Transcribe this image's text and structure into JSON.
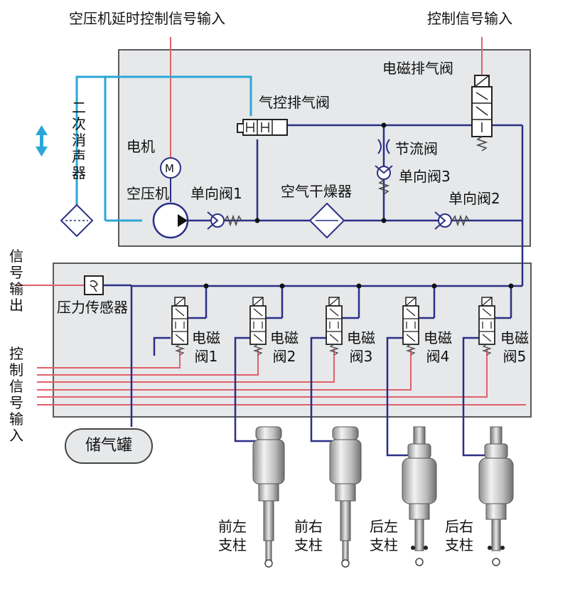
{
  "labels": {
    "compressor_delay_signal": "空压机延时控制信号输入",
    "control_signal_in_top": "控制信号输入",
    "solenoid_exhaust_valve": "电磁排气阀",
    "pneumatic_exhaust_valve": "气控排气阀",
    "secondary_muffler": "二次消声器",
    "motor": "电机",
    "compressor": "空压机",
    "check_valve_1": "单向阀1",
    "air_dryer": "空气干燥器",
    "throttle_valve": "节流阀",
    "check_valve_3": "单向阀3",
    "check_valve_2": "单向阀2",
    "signal_output": "信号输出",
    "pressure_sensor": "压力传感器",
    "control_signal_in_left": "控制信号输入",
    "air_tank": "储气罐",
    "motor_symbol": "M"
  },
  "solenoid_valves": [
    {
      "line1": "电磁",
      "line2": "阀1"
    },
    {
      "line1": "电磁",
      "line2": "阀2"
    },
    {
      "line1": "电磁",
      "line2": "阀3"
    },
    {
      "line1": "电磁",
      "line2": "阀4"
    },
    {
      "line1": "电磁",
      "line2": "阀5"
    }
  ],
  "struts": [
    {
      "line1": "前左",
      "line2": "支柱"
    },
    {
      "line1": "前右",
      "line2": "支柱"
    },
    {
      "line1": "后左",
      "line2": "支柱"
    },
    {
      "line1": "后右",
      "line2": "支柱"
    }
  ],
  "colors": {
    "panel_fill": "#e6e8ea",
    "panel_border": "#5a5a5a",
    "air_line": "#2b2f86",
    "exhaust_line": "#2aa7d6",
    "signal_line": "#e0606a"
  }
}
